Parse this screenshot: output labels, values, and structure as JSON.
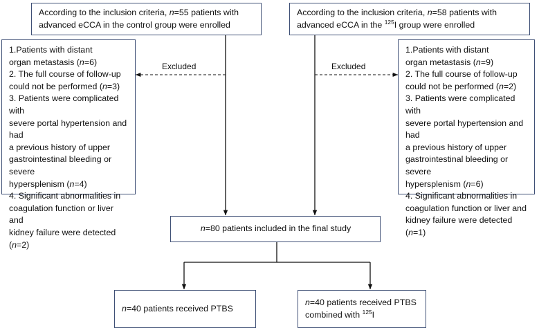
{
  "figure": {
    "type": "flowchart",
    "title": "Patient enrollment flow diagram",
    "accent_border_color": "#3f5076",
    "line_color": "#111111",
    "background_color": "#ffffff"
  },
  "nodes": {
    "enrollment_control": {
      "line1_a": "According to the inclusion criteria, ",
      "line1_n": "n",
      "line1_b": "=55 patients with",
      "line2": "advanced eCCA in the control group were enrolled"
    },
    "enrollment_iodine": {
      "line1_a": "According to the inclusion criteria, ",
      "line1_n": "n",
      "line1_b": "=58 patients with",
      "line2_a": "advanced eCCA in the ",
      "line2_sup": "125",
      "line2_b": "I group were enrolled"
    },
    "excluded_control": {
      "item1_a": "1.Patients with distant",
      "item1_b": "organ metastasis (",
      "item1_n": "n",
      "item1_c": "=6)",
      "item2_a": "2. The full course of follow-up",
      "item2_b": "could not be performed (",
      "item2_n": "n",
      "item2_c": "=3)",
      "item3_a": "3. Patients were complicated with",
      "item3_b": "severe portal hypertension and had",
      "item3_c": "a previous history of upper",
      "item3_d": "gastrointestinal bleeding or severe",
      "item3_e": "hypersplenism (",
      "item3_n": "n",
      "item3_f": "=4)",
      "item4_a": "4. Significant abnormalities in",
      "item4_b": "coagulation function or liver and",
      "item4_c": "kidney failure were detected (",
      "item4_n": "n",
      "item4_d": "=2)"
    },
    "excluded_iodine": {
      "item1_a": "1.Patients with distant",
      "item1_b": "organ metastasis (",
      "item1_n": "n",
      "item1_c": "=9)",
      "item2_a": "2. The full course of follow-up",
      "item2_b": "could not be performed (",
      "item2_n": "n",
      "item2_c": "=2)",
      "item3_a": "3. Patients were complicated with",
      "item3_b": "severe portal hypertension and had",
      "item3_c": "a previous history of upper",
      "item3_d": "gastrointestinal bleeding or severe",
      "item3_e": "hypersplenism (",
      "item3_n": "n",
      "item3_f": "=6)",
      "item4_a": "4. Significant abnormalities in",
      "item4_b": "coagulation function or liver and",
      "item4_c": "kidney failure were detected (",
      "item4_n": "n",
      "item4_d": "=1)"
    },
    "final_study": {
      "n": "n",
      "text": "=80 patients included in the final study"
    },
    "arm_ptbs": {
      "n": "n",
      "text": "=40 patients received PTBS"
    },
    "arm_ptbs_iodine": {
      "n": "n",
      "line1": "=40 patients received PTBS",
      "line2_a": "combined with ",
      "line2_sup": "125",
      "line2_b": "I"
    }
  },
  "edges": {
    "excluded_left_label": "Excluded",
    "excluded_right_label": "Excluded"
  }
}
